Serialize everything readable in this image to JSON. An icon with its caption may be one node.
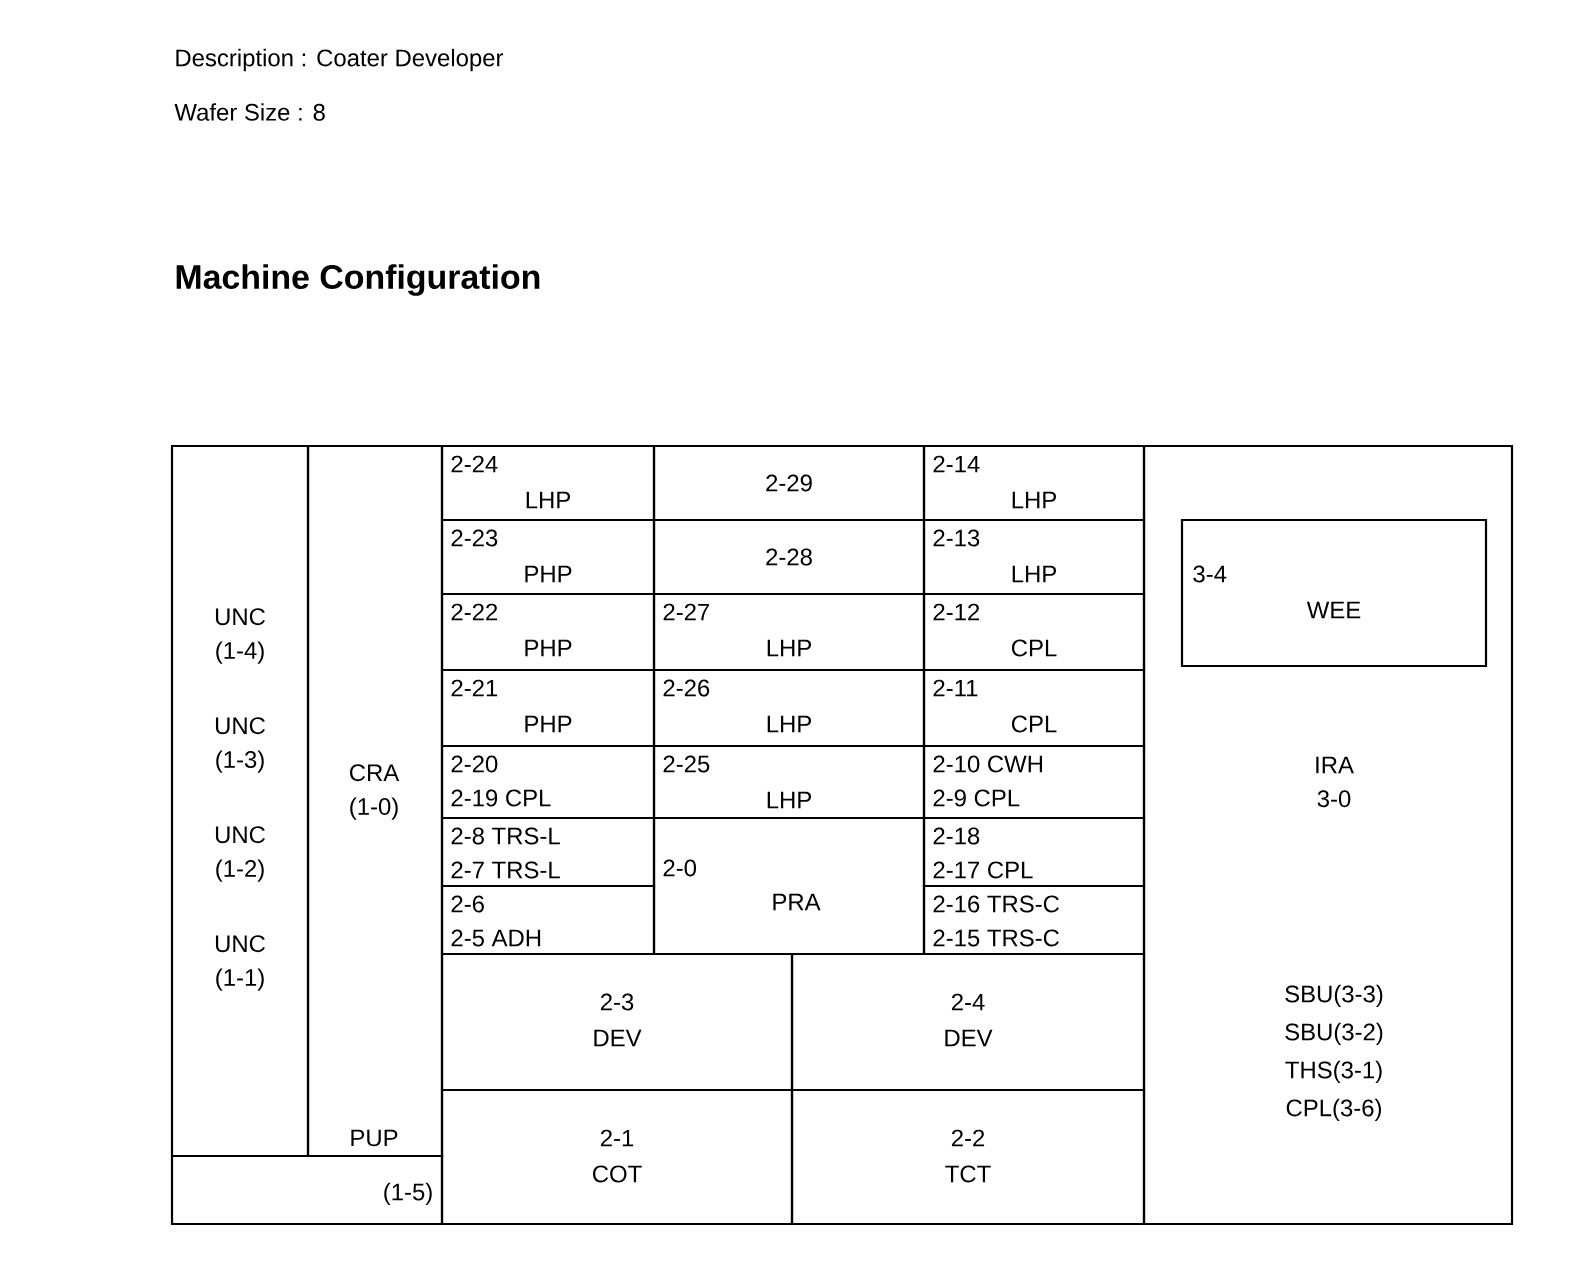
{
  "diagram": {
    "title": "Machine Configuration",
    "labels": [
      "Description : Coater Developer",
      "Wafer Size : 8"
    ],
    "nodes": [
      {
        "text": [
          "UNC (1-4)",
          "UNC (1-3)",
          "UNC (1-2)",
          "UNC (1-1)"
        ]
      },
      {
        "text": [
          "CRA (1-0)",
          "PUP"
        ]
      },
      {
        "text": [
          "(1-5)"
        ]
      },
      {
        "text": [
          "2-24",
          "LHP"
        ]
      },
      {
        "text": [
          "2-29"
        ]
      },
      {
        "text": [
          "2-14",
          "LHP"
        ]
      },
      {
        "text": [
          "2-23",
          "PHP"
        ]
      },
      {
        "text": [
          "2-28"
        ]
      },
      {
        "text": [
          "2-13",
          "LHP"
        ]
      },
      {
        "text": [
          "2-22",
          "PHP"
        ]
      },
      {
        "text": [
          "2-27",
          "LHP"
        ]
      },
      {
        "text": [
          "2-12",
          "CPL"
        ]
      },
      {
        "text": [
          "2-21",
          "PHP"
        ]
      },
      {
        "text": [
          "2-26",
          "LHP"
        ]
      },
      {
        "text": [
          "2-11",
          "CPL"
        ]
      },
      {
        "text": [
          "2-20",
          "2-19 CPL"
        ]
      },
      {
        "text": [
          "2-25",
          "LHP"
        ]
      },
      {
        "text": [
          "2-10 CWH",
          "2-9 CPL"
        ]
      },
      {
        "text": [
          "2-8 TRS-L",
          "2-7 TRS-L"
        ]
      },
      {
        "text": [
          "2-0",
          "PRA"
        ]
      },
      {
        "text": [
          "2-18",
          "2-17 CPL"
        ]
      },
      {
        "text": [
          "2-6",
          "2-5 ADH"
        ]
      },
      {
        "text": [
          "2-16 TRS-C",
          "2-15 TRS-C"
        ]
      },
      {
        "text": [
          "2-3",
          "DEV"
        ]
      },
      {
        "text": [
          "2-4",
          "DEV"
        ]
      },
      {
        "text": [
          "2-1",
          "COT"
        ]
      },
      {
        "text": [
          "2-2",
          "TCT"
        ]
      },
      {
        "text": [
          "IRA 3-0",
          "SBU(3-3)",
          "SBU(3-2)",
          "THS(3-1)",
          "CPL(3-6)"
        ]
      },
      {
        "text": [
          "3-4",
          "WEE"
        ],
        "in": 27
      }
    ]
  }
}
